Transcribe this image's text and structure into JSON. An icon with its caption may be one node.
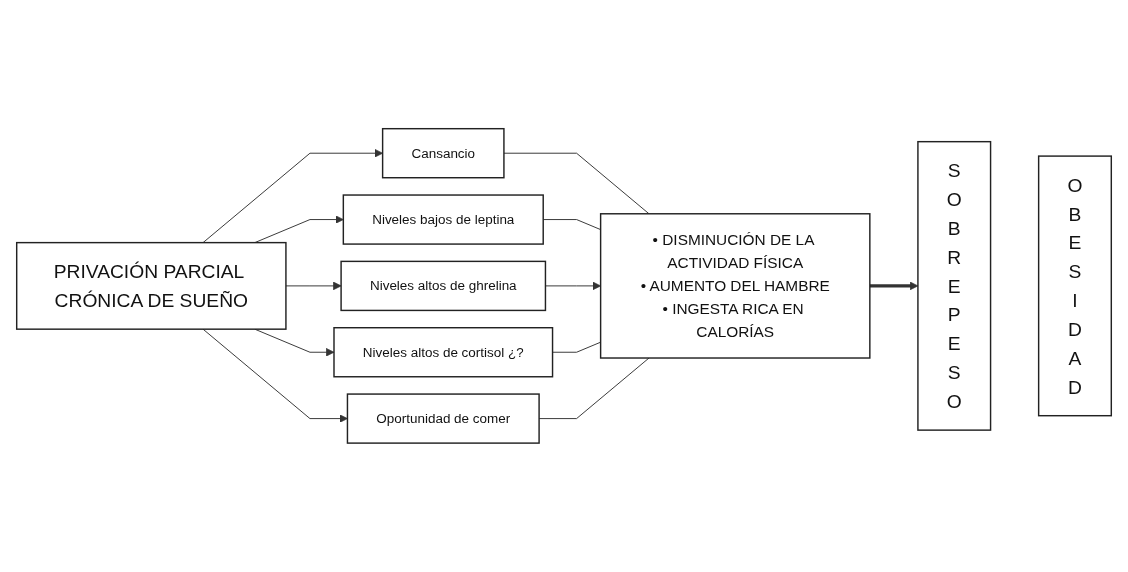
{
  "diagram": {
    "nodes": [
      {
        "text": [
          "PRIVACIÓN PARCIAL CRÓNICA DE SUEÑO"
        ]
      },
      {
        "text": [
          "Cansancio"
        ]
      },
      {
        "text": [
          "Niveles bajos de leptina"
        ]
      },
      {
        "text": [
          "Niveles altos de ghrelina"
        ]
      },
      {
        "text": [
          "Niveles altos de cortisol ¿?"
        ]
      },
      {
        "text": [
          "Oportunidad de comer"
        ]
      },
      {
        "text": [
          "• DISMINUCIÓN DE LA ACTIVIDAD FÍSICA",
          "• AUMENTO DEL HAMBRE",
          "• INGESTA RICA EN CALORÍAS"
        ]
      },
      {
        "text": [
          "SOBREPESO"
        ]
      },
      {
        "text": [
          "OBESIDAD"
        ]
      }
    ],
    "edges": [
      {
        "from": 0,
        "to": 1,
        "arrow": "to"
      },
      {
        "from": 0,
        "to": 2,
        "arrow": "to"
      },
      {
        "from": 0,
        "to": 3,
        "arrow": "to"
      },
      {
        "from": 0,
        "to": 4,
        "arrow": "to"
      },
      {
        "from": 0,
        "to": 5,
        "arrow": "to"
      },
      {
        "from": 1,
        "to": 6,
        "arrow": "none"
      },
      {
        "from": 2,
        "to": 6,
        "arrow": "none"
      },
      {
        "from": 3,
        "to": 6,
        "arrow": "to"
      },
      {
        "from": 4,
        "to": 6,
        "arrow": "none"
      },
      {
        "from": 5,
        "to": 6,
        "arrow": "none"
      },
      {
        "from": 6,
        "to": 7,
        "arrow": "to",
        "style": "thick"
      }
    ]
  }
}
